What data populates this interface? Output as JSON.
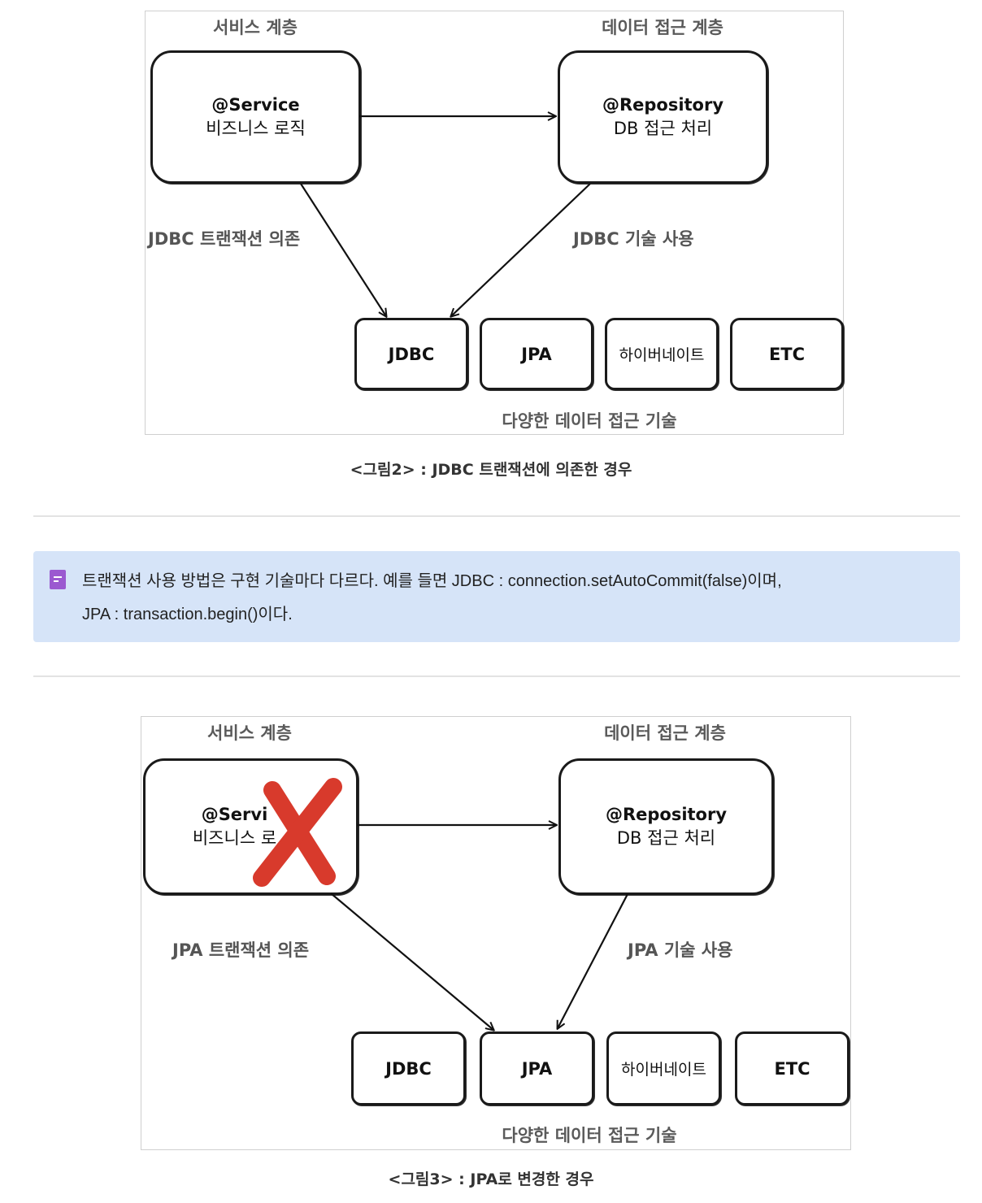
{
  "figure2": {
    "service_layer": "서비스 계층",
    "data_layer": "데이터 접근 계층",
    "service_box": {
      "line1": "@Service",
      "line2": "비즈니스 로직"
    },
    "repo_box": {
      "line1": "@Repository",
      "line2": "DB 접근 처리"
    },
    "left_edge_label": "JDBC 트랜잭션 의존",
    "right_edge_label": "JDBC 기술 사용",
    "tech": [
      "JDBC",
      "JPA",
      "하이버네이트",
      "ETC"
    ],
    "tech_group_label": "다양한 데이터 접근 기술",
    "caption": "<그림2> : JDBC 트랜잭션에 의존한 경우"
  },
  "callout": {
    "icon": "memo-icon",
    "icon_color": "#9b59d0",
    "background": "#d6e4f8",
    "line1": "트랜잭션 사용 방법은 구현 기술마다 다르다. 예를 들면 JDBC : connection.setAutoCommit(false)이며,",
    "line2": "JPA : transaction.begin()이다."
  },
  "figure3": {
    "service_layer": "서비스 계층",
    "data_layer": "데이터 접근 계층",
    "service_box": {
      "line1": "@Servi",
      "line2": "비즈니스 로"
    },
    "repo_box": {
      "line1": "@Repository",
      "line2": "DB 접근 처리"
    },
    "left_edge_label": "JPA 트랜잭션 의존",
    "right_edge_label": "JPA 기술 사용",
    "tech": [
      "JDBC",
      "JPA",
      "하이버네이트",
      "ETC"
    ],
    "tech_group_label": "다양한 데이터 접근 기술",
    "cross_mark": "red-x-icon",
    "cross_color": "#d83a2c",
    "caption": "<그림3> : JPA로 변경한 경우"
  }
}
